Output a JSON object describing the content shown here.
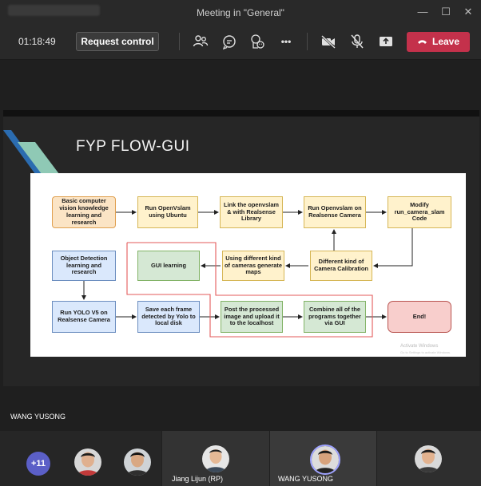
{
  "window": {
    "title": "Meeting in \"General\"",
    "minimize_glyph": "—",
    "maximize_glyph": "☐",
    "close_glyph": "✕"
  },
  "toolbar": {
    "timer": "01:18:49",
    "request_control_label": "Request control",
    "leave_label": "Leave",
    "more_glyph": "•••",
    "icons": [
      "people-icon",
      "chat-icon",
      "reactions-icon",
      "more-icon",
      "camera-off-icon",
      "mic-off-icon",
      "share-icon",
      "phone-icon"
    ],
    "leave_color": "#c4314b"
  },
  "slide": {
    "title": "FYP FLOW-GUI",
    "watermark_line1": "Activate Windows",
    "watermark_line2": "Go to Settings to activate Windows.",
    "boxes": {
      "basic_cv": "Basic computer vision knowledge learning and research",
      "run_openvslam_ubuntu": "Run OpenVslam using Ubuntu",
      "link_openvslam": "Link the openvslam & with Realsense Library",
      "run_openvslam_realsense": "Run Openvslam on Realsense Camera",
      "modify_code": "Modify run_camera_slam Code",
      "object_detection": "Object Detection learning and research",
      "gui_learning": "GUI learning",
      "different_cameras": "Using different kind of cameras generate maps",
      "calibration": "Different kind of Camera Calibration",
      "run_yolo": "Run YOLO V5 on Realsense Camera",
      "save_frame": "Save each frame detected by Yolo to local disk",
      "post_image": "Post the processed image and upload it to the localhost",
      "combine_gui": "Combine all of the programs together via GUI",
      "end": "End!"
    }
  },
  "presenter": {
    "name": "WANG YUSONG"
  },
  "participants": {
    "overflow_count": "+11",
    "tiles": [
      {
        "name": "Jiang Lijun (RP)"
      },
      {
        "name": "WANG YUSONG"
      },
      {
        "name": ""
      }
    ]
  },
  "colors": {
    "accent_purple": "#5b5fc7",
    "flow_orange": "#fbe4c5",
    "flow_yellow": "#fff2cc",
    "flow_blue": "#dae8fc",
    "flow_green": "#d5e8d4",
    "flow_red": "#f8cecc"
  }
}
